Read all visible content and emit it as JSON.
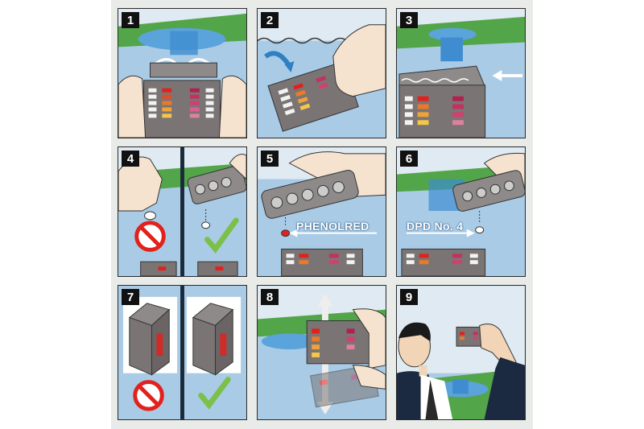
{
  "steps": [
    {
      "number": "1"
    },
    {
      "number": "2"
    },
    {
      "number": "3"
    },
    {
      "number": "4"
    },
    {
      "number": "5",
      "label": "PHENOLRED"
    },
    {
      "number": "6",
      "label": "DPD No. 4"
    },
    {
      "number": "7"
    },
    {
      "number": "8"
    },
    {
      "number": "9"
    }
  ],
  "icons": {
    "step1": [
      "pool-icon",
      "hand-icon",
      "tester-icon",
      "open-arrow-icon"
    ],
    "step2": [
      "water-surface-icon",
      "dip-arrow-icon",
      "hand-icon",
      "tester-icon"
    ],
    "step3": [
      "pool-icon",
      "tester-icon",
      "fill-arrow-icon"
    ],
    "step4": [
      "prohibited-icon",
      "check-icon",
      "tablet-icon",
      "blister-pack-icon"
    ],
    "step5": [
      "blister-pack-icon",
      "red-tablet-icon",
      "tester-icon"
    ],
    "step6": [
      "blister-pack-icon",
      "white-tablet-icon",
      "tester-icon"
    ],
    "step7": [
      "prohibited-icon",
      "check-icon",
      "tester-icon"
    ],
    "step8": [
      "shake-arrow-icon",
      "hand-icon",
      "tester-icon"
    ],
    "step9": [
      "person-icon",
      "tester-icon",
      "pool-icon"
    ]
  },
  "colors": {
    "water": "#a9cbe6",
    "grass": "#53a54a",
    "tester": "#7a7574",
    "prohibit": "#e2211c",
    "check": "#7cc04a",
    "skin": "#f6e3cf"
  }
}
